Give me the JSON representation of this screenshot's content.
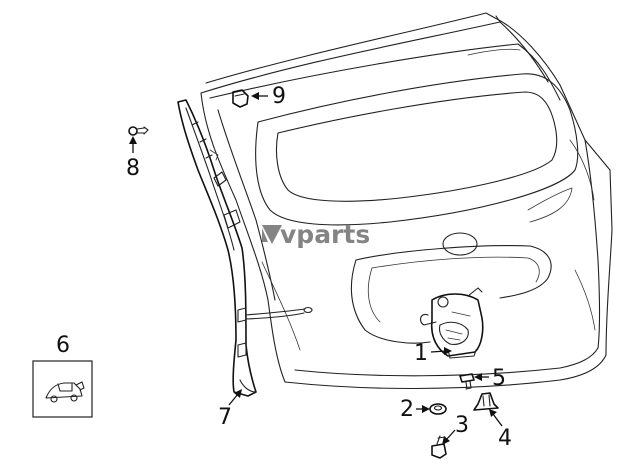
{
  "watermark": {
    "text": "vparts"
  },
  "callouts": [
    {
      "id": "1",
      "label": "1"
    },
    {
      "id": "2",
      "label": "2"
    },
    {
      "id": "3",
      "label": "3"
    },
    {
      "id": "4",
      "label": "4"
    },
    {
      "id": "5",
      "label": "5"
    },
    {
      "id": "6",
      "label": "6"
    },
    {
      "id": "7",
      "label": "7"
    },
    {
      "id": "8",
      "label": "8"
    },
    {
      "id": "9",
      "label": "9"
    }
  ],
  "colors": {
    "line": "#222222",
    "watermark": "#6f6f6f",
    "background": "#ffffff"
  }
}
